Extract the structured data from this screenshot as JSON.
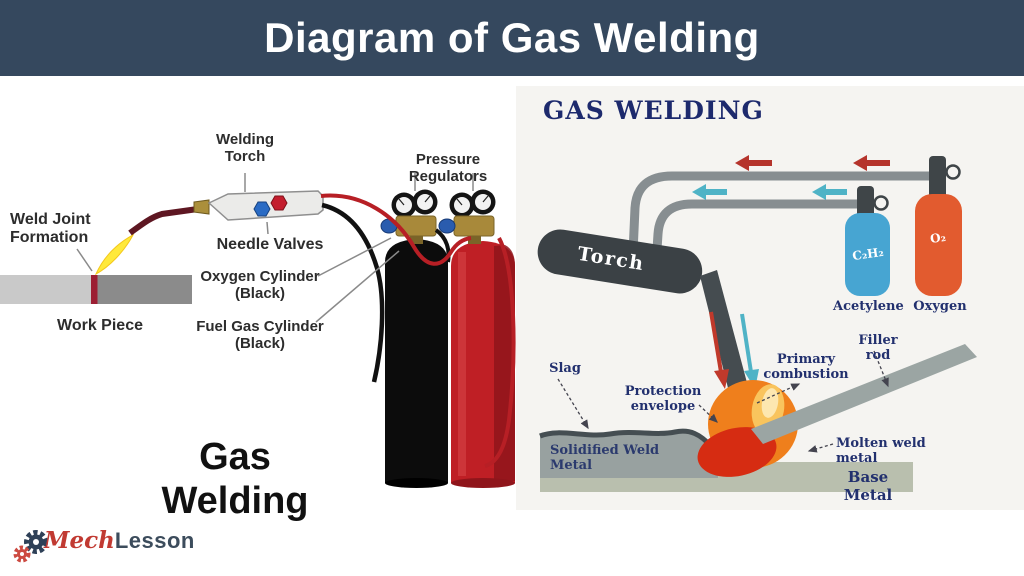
{
  "header": {
    "title": "Diagram of Gas Welding"
  },
  "colors": {
    "header_bg": "#35485e",
    "header_fg": "#ffffff",
    "left_label": "#2d2d2d",
    "right_label": "#22306e",
    "cylinder_black": "#0d0d0d",
    "cylinder_red": "#bf1f25",
    "acetylene_blue": "#47a5d2",
    "oxygen_orange": "#e25b2f",
    "torch_gray": "#3b4145",
    "pipe_gray": "#878e91",
    "flame_orange": "#ef7f1c",
    "flame_red": "#d62c12",
    "flame_inner": "#f9c45d",
    "brand_red": "#c13a32",
    "brand_slate": "#3c4c5c"
  },
  "left": {
    "welding_torch_l1": "Welding",
    "welding_torch_l2": "Torch",
    "pressure_regulators": "Pressure Regulators",
    "weld_joint_l1": "Weld Joint",
    "weld_joint_l2": "Formation",
    "work_piece": "Work Piece",
    "needle_valves": "Needle Valves",
    "oxygen_cylinder_l1": "Oxygen Cylinder",
    "oxygen_cylinder_l2": "(Black)",
    "fuel_gas_l1": "Fuel Gas Cylinder",
    "fuel_gas_l2": "(Black)",
    "caption": "Gas Welding"
  },
  "right": {
    "title": "GAS WELDING",
    "torch": "Torch",
    "acetylene_formula": "C₂H₂",
    "oxygen_formula": "O₂",
    "acetylene": "Acetylene",
    "oxygen": "Oxygen",
    "slag": "Slag",
    "protection_l1": "Protection",
    "protection_l2": "envelope",
    "primary_l1": "Primary",
    "primary_l2": "combustion",
    "filler_rod": "Filler rod",
    "molten": "Molten weld metal",
    "solidified": "Solidified Weld Metal",
    "base_metal": "Base Metal"
  },
  "footer": {
    "brand_mech": "Mech",
    "brand_lesson": "Lesson"
  }
}
